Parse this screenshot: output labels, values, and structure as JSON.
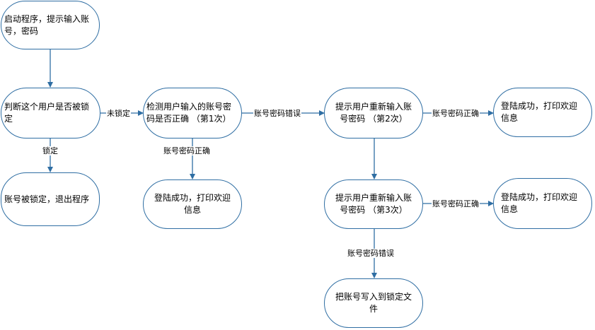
{
  "nodes": {
    "start": "启动程序，提示输入账号，密码",
    "check_locked": "判断这个用户是否被锁定",
    "locked_exit": "账号被锁定，退出程序",
    "verify_first": "检测用户输入的账号密码是否正确 （第1次）",
    "success_first": "登陆成功，打印欢迎信息",
    "retry_second": "提示用户重新输入账号密码 （第2次）",
    "success_second": "登陆成功，打印欢迎信息",
    "retry_third": "提示用户重新输入账号密码 （第3次）",
    "success_third": "登陆成功，打印欢迎信息",
    "write_lock": "把账号写入到锁定文件"
  },
  "edges": {
    "not_locked": "未锁定",
    "locked": "锁定",
    "correct_first": "账号密码正确",
    "wrong_first": "账号密码错误",
    "correct_second": "账号密码正确",
    "correct_third": "账号密码正确",
    "wrong_third": "账号密码错误"
  },
  "colors": {
    "stroke": "#2f6ea3",
    "arrow": "#2f6ea3"
  }
}
